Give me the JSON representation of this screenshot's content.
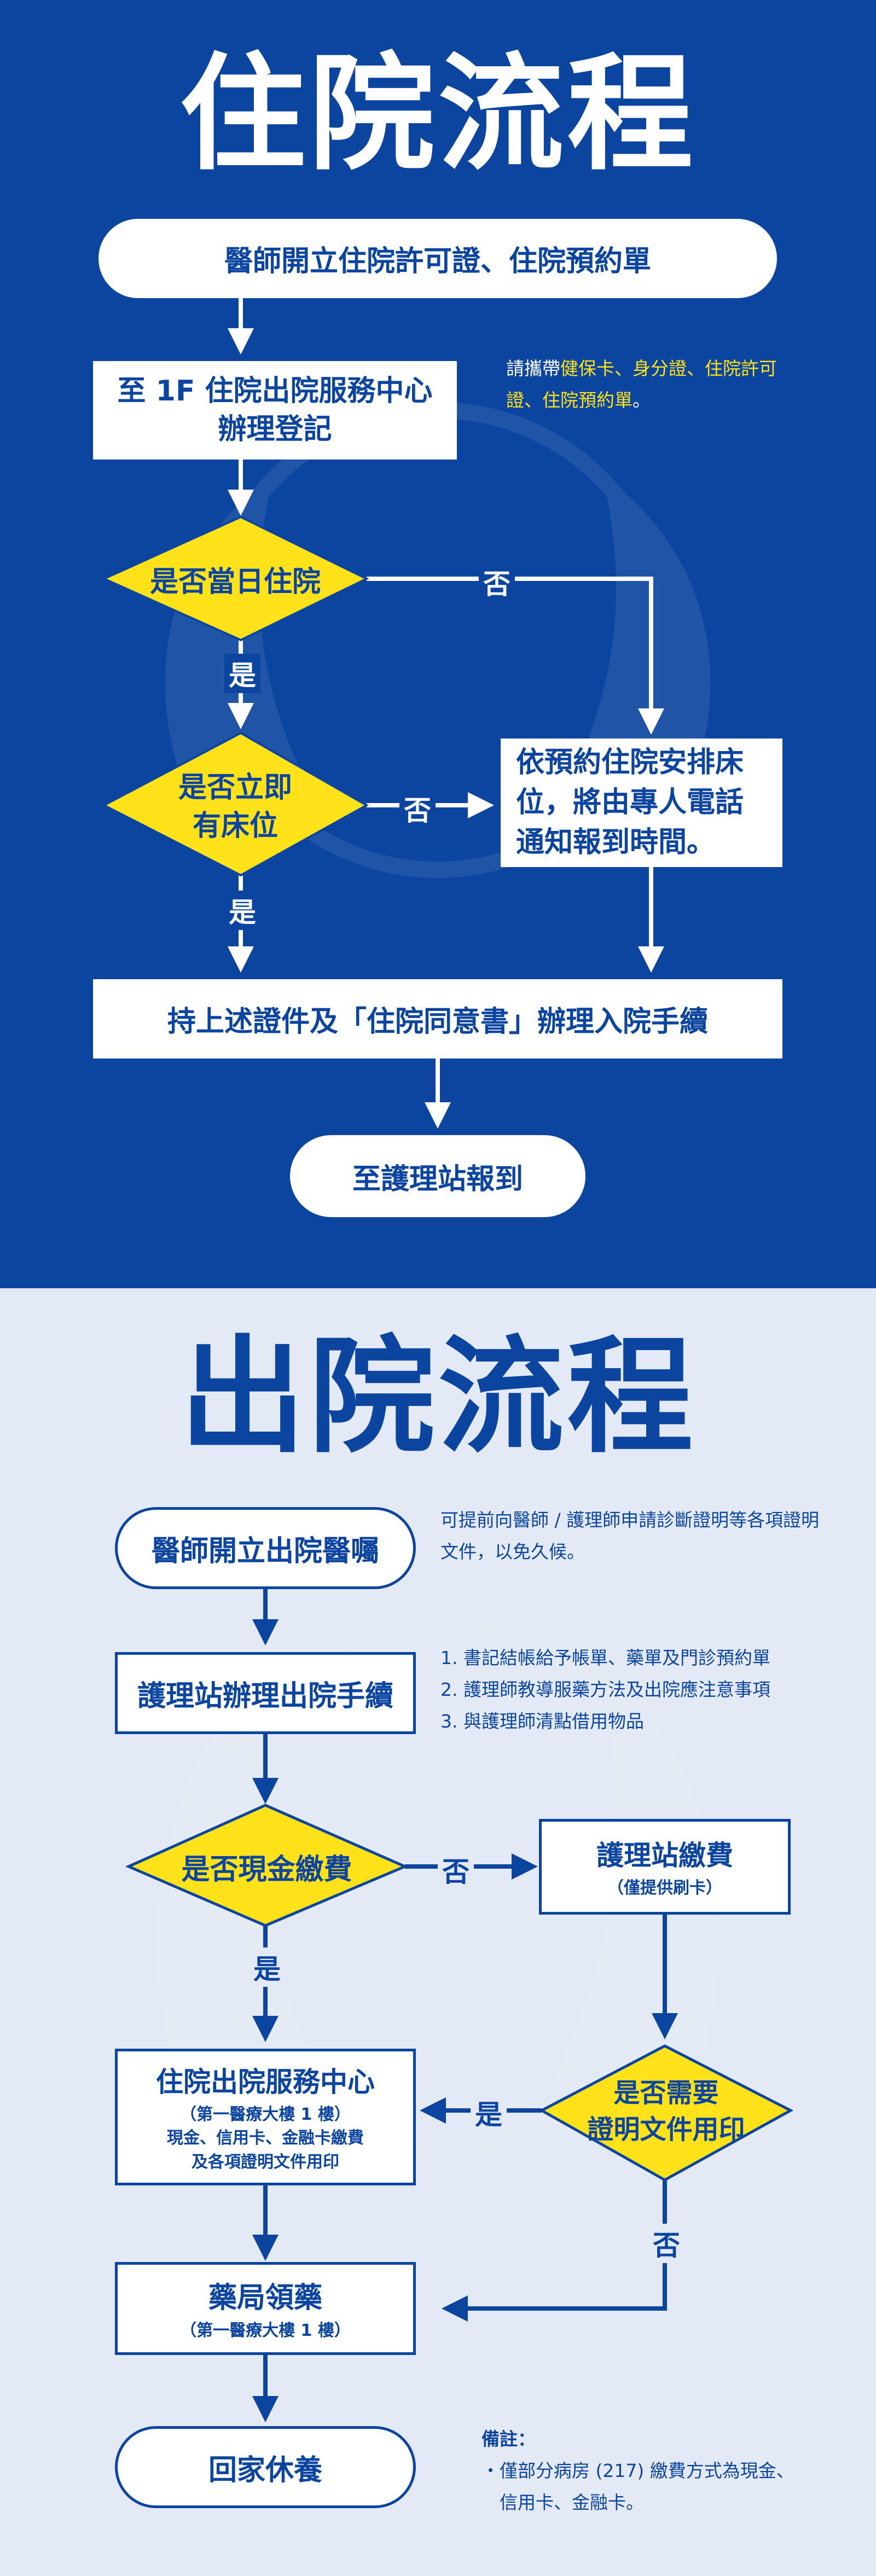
{
  "colors": {
    "blue": "#0b45a0",
    "yellow": "#ffe21a",
    "light": "#e3eaf5",
    "white": "#ffffff"
  },
  "admission": {
    "title": "住院流程",
    "step1": "醫師開立住院許可證、住院預約單",
    "step2_line1": "至 1F 住院出院服務中心",
    "step2_line2": "辦理登記",
    "note_prefix": "請攜帶",
    "note_items": "健保卡、身分證、住院許可證、住院預約單",
    "note_suffix": "。",
    "decision1": "是否當日住院",
    "decision2_line1": "是否立即",
    "decision2_line2": "有床位",
    "waitlist": "依預約住院安排床位，將由專人電話通知報到時間。",
    "step3": "持上述證件及「住院同意書」辦理入院手續",
    "step4": "至護理站報到",
    "yes": "是",
    "no": "否"
  },
  "discharge": {
    "title": "出院流程",
    "step1": "醫師開立出院醫囑",
    "note1": "可提前向醫師 / 護理師申請診斷證明等各項證明文件，以免久候。",
    "step2": "護理站辦理出院手續",
    "note2_items": [
      "1. 書記結帳給予帳單、藥單及門診預約單",
      "2. 護理師教導服藥方法及出院應注意事項",
      "3. 與護理師清點借用物品"
    ],
    "decision1": "是否現金繳費",
    "nurse_pay": "護理站繳費",
    "nurse_pay_sub": "（僅提供刷卡）",
    "service_center": "住院出院服務中心",
    "service_center_sub": "（第一醫療大樓 1 樓）\n現金、信用卡、金融卡繳費\n及各項證明文件用印",
    "decision2_line1": "是否需要",
    "decision2_line2": "證明文件用印",
    "pharmacy": "藥局領藥",
    "pharmacy_sub": "（第一醫療大樓 1 樓）",
    "home": "回家休養",
    "remark_title": "備註：",
    "remark_text": "・僅部分病房 (217) 繳費方式為現金、\n　信用卡、金融卡。",
    "yes": "是",
    "no": "否"
  }
}
